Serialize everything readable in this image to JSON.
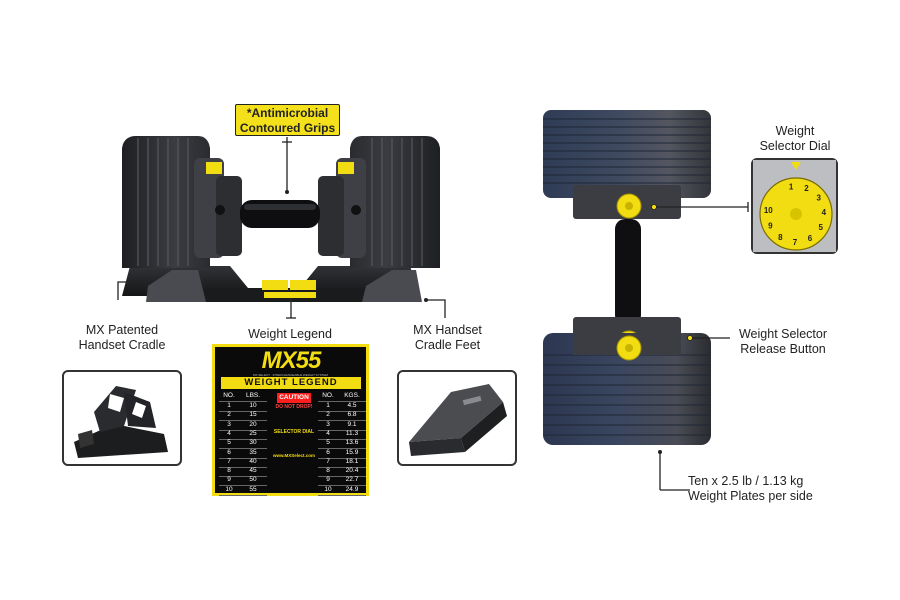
{
  "callouts": {
    "grips": [
      "*Antimicrobial",
      "Contoured Grips"
    ],
    "cradle": [
      "MX Patented",
      "Handset Cradle"
    ],
    "legend": "Weight Legend",
    "feet": [
      "MX Handset",
      "Cradle Feet"
    ],
    "dial": [
      "Weight",
      "Selector Dial"
    ],
    "release": [
      "Weight Selector",
      "Release Button"
    ],
    "plates": [
      "Ten x 2.5 lb / 1.13 kg",
      "Weight Plates per side"
    ]
  },
  "legend_card": {
    "logo": "MX55",
    "strip": "MX SELECT · INTERCHANGEABLE WEIGHT SYSTEM",
    "title": "WEIGHT   LEGEND",
    "headers": [
      "NO.",
      "LBS.",
      "NO.",
      "KGS."
    ],
    "rows": [
      [
        "1",
        "10",
        "1",
        "4.5"
      ],
      [
        "2",
        "15",
        "2",
        "6.8"
      ],
      [
        "3",
        "20",
        "3",
        "9.1"
      ],
      [
        "4",
        "25",
        "4",
        "11.3"
      ],
      [
        "5",
        "30",
        "5",
        "13.6"
      ],
      [
        "6",
        "35",
        "6",
        "15.9"
      ],
      [
        "7",
        "40",
        "7",
        "18.1"
      ],
      [
        "8",
        "45",
        "8",
        "20.4"
      ],
      [
        "9",
        "50",
        "9",
        "22.7"
      ],
      [
        "10",
        "55",
        "10",
        "24.9"
      ]
    ],
    "caution": "CAUTION",
    "do_not_drop": "DO NOT DROP!",
    "selector_dial": "SELECTOR DIAL",
    "site": "www.MXSelect.com"
  },
  "dial_numbers": [
    "1",
    "2",
    "3",
    "4",
    "5",
    "6",
    "7",
    "8",
    "9",
    "10"
  ],
  "colors": {
    "accent_yellow": "#f4e11c",
    "dark": "#2b2b2e",
    "plate": "#3a3d44"
  }
}
